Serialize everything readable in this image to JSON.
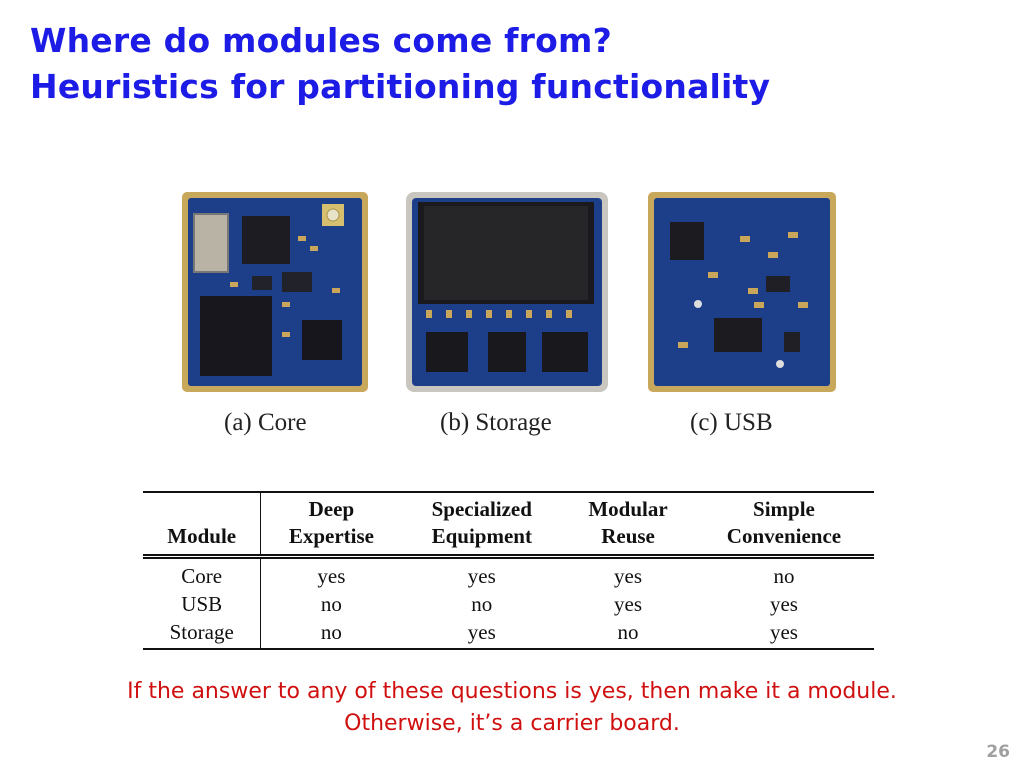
{
  "slide": {
    "title_line1": "Where do modules come from?",
    "title_line2": "Heuristics for partitioning functionality",
    "page_number": "26"
  },
  "figure": {
    "captions": [
      "(a)  Core",
      "(b)  Storage",
      "(c)  USB"
    ]
  },
  "table": {
    "headers": [
      {
        "line1": "",
        "line2": "Module"
      },
      {
        "line1": "Deep",
        "line2": "Expertise"
      },
      {
        "line1": "Specialized",
        "line2": "Equipment"
      },
      {
        "line1": "Modular",
        "line2": "Reuse"
      },
      {
        "line1": "Simple",
        "line2": "Convenience"
      }
    ],
    "rows": [
      [
        "Core",
        "yes",
        "yes",
        "yes",
        "no"
      ],
      [
        "USB",
        "no",
        "no",
        "yes",
        "yes"
      ],
      [
        "Storage",
        "no",
        "yes",
        "no",
        "yes"
      ]
    ]
  },
  "note": {
    "line1": "If the answer to any of these questions is yes, then make it a module.",
    "line2": "Otherwise, it’s a carrier board."
  }
}
